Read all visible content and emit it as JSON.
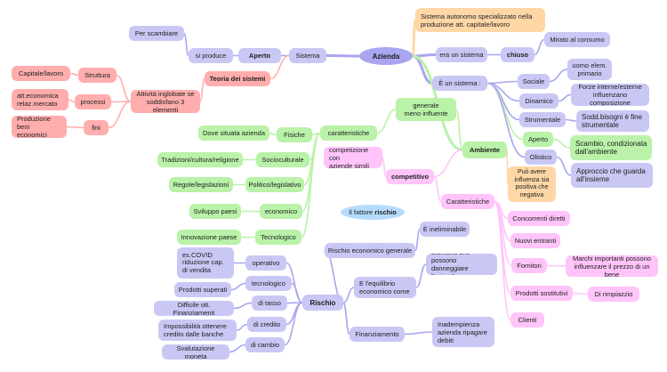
{
  "nodes": {
    "azienda": "Azienda",
    "sistema": "Sistema",
    "aperto": "Aperto",
    "si_produce": "si produce",
    "per_scambiare": "Per scambiare",
    "teoria": "Teoria dei sistemi",
    "attivita": "Attività inglobate se\nsoddisfano 3 elementi",
    "struttura": "Struttura",
    "processi": "processi",
    "fini": "fini",
    "capitale_lavoro": "Capitale/lavoro",
    "att_economica": "att.economica\nrelaz.mercato",
    "produzione": "Produzione beni\neconomici",
    "autonomo": "Sistema autonomo specializzato nella\nproduzione att. capitale/lavoro",
    "era_sistema": "era un sistema",
    "chiuso": "chiuso",
    "mirato": "Mirato al consumo",
    "e_un_sistema": "È un sistema :",
    "sociale": "Sociale",
    "uomo": "uomo elem.\nprimario",
    "dinamico": "Dinamico",
    "forze": "Forze interne/esterne\ninfluenzano composizione",
    "strumentale": "Strumentale",
    "sodd": "Sodd.bisogni è fine\nstrumentale",
    "aperto2": "Aperto",
    "scambio": "Scambio, condizionata\ndall'ambiente",
    "olistico": "Olistico",
    "approccio": "Approccio che guarda\nall'insieme",
    "ambiente": "Ambiente",
    "influenza": "Può avere\ninfluenza sia\npositiva che\nnegativa",
    "generale": "generale\nmeno influente",
    "caratteristiche": "caratteristiche",
    "fisiche": "Fisiche",
    "dove_situata": "Dove situata azienda",
    "socioculturale": "Socioculturale",
    "tradizioni": "Tradizioni/cultura/religione",
    "politico": "Politico/legislativo",
    "regole": "Regole/legislazioni",
    "economico": "economico",
    "sviluppo": "Sviluppo paesi",
    "tecnologico": "Tecnologico",
    "innovazione": "Innovazione paese",
    "competitivo": "competitivo",
    "competizione": "competizione con\naziende simili",
    "caratteristiche2": "Caratteristiche",
    "concorrenti": "Concorrenti diretti",
    "nuovi": "Nuovi entranti",
    "fornitori": "Fornitori",
    "marchi": "Marchi importanti possono\ninfluenzare il prezzo di un bene",
    "sostitutivi": "Prodotti sostitutivi",
    "rimpiazzio": "Di rimpiazzio",
    "clienti": "Clienti",
    "fattore_rischio": "Il fattore",
    "fattore_rischio_b": "rischio",
    "ineliminabile": "È ineliminabile",
    "rischio_economico": "Rischio economico generale",
    "equilibrio": "E l'equilibrio\neconomico come",
    "elementi": "Elementi che possono\ndanneggiare l'azienda",
    "rischio": "Rischio",
    "operativo": "operativo",
    "covid": "es.COVID\nriduzione cap.\ndi vendita",
    "tecnologico2": "tecnologico",
    "superati": "Prodotti superati",
    "di_tasso": "di tasso",
    "difficile": "Difficile ott. Finanziamenti",
    "di_credito": "di credito",
    "impossibilita": "Impossibilità ottenere\ncredito dalle banche",
    "di_cambio": "di cambio",
    "svalutazione": "Svalutazione moneta",
    "finanziamento": "Finanziamento",
    "inadempienza": "Inadempienza\nazienda ripagare\ndebiti"
  },
  "colors": {
    "lavender": "#c9c8f4",
    "purple": "#a9a5ef",
    "green": "#b9f2a8",
    "pink": "#ffc4fa",
    "red": "#ffadad",
    "orange": "#ffd7a7",
    "blue": "#b6dcfd"
  }
}
